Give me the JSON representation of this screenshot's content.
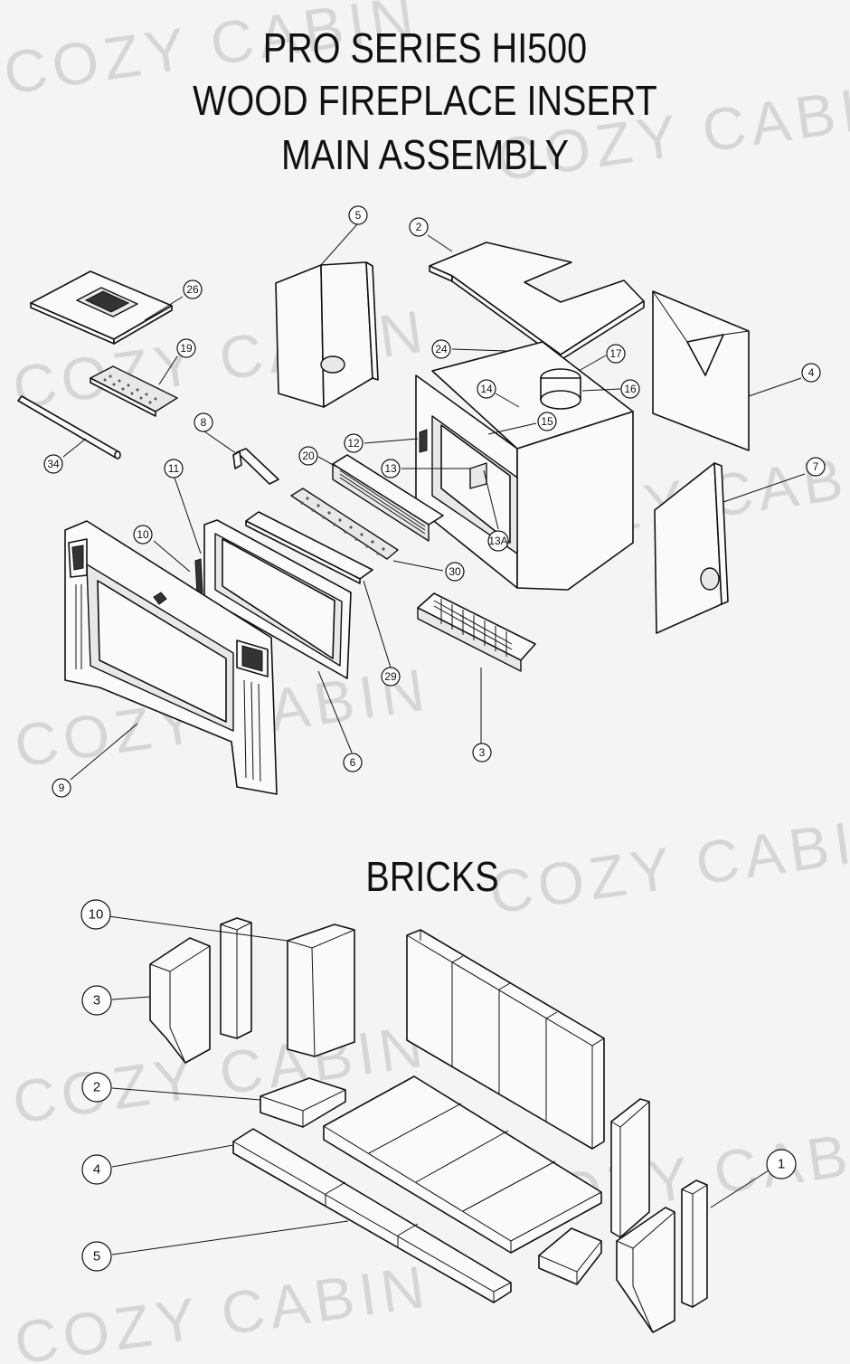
{
  "title_lines": [
    "PRO SERIES HI500",
    "WOOD FIREPLACE INSERT",
    "MAIN ASSEMBLY"
  ],
  "bricks_title": "BRICKS",
  "watermark": "COZY CABIN",
  "main_callouts": [
    "5",
    "2",
    "26",
    "19",
    "24",
    "17",
    "16",
    "4",
    "14",
    "15",
    "34",
    "8",
    "12",
    "20",
    "13",
    "7",
    "11",
    "10",
    "13A",
    "30",
    "29",
    "6",
    "3",
    "9"
  ],
  "brick_callouts": [
    "10",
    "3",
    "2",
    "4",
    "5",
    "1"
  ]
}
